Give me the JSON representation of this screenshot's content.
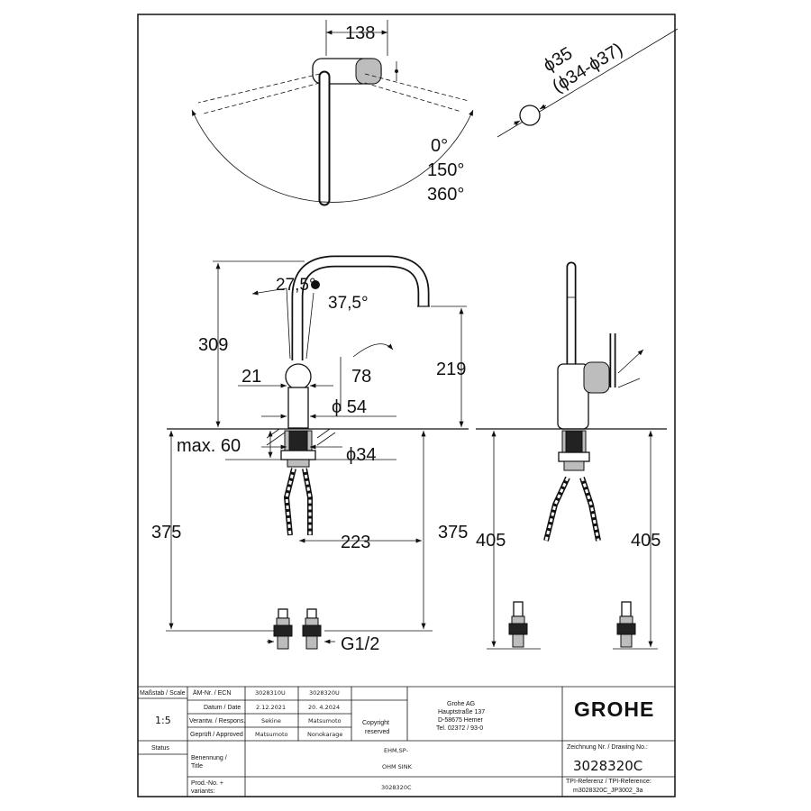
{
  "dimensions": {
    "top_width": "138",
    "diameter": "ϕ35",
    "diameter_range": "(ϕ34-ϕ37)",
    "angle_0": "0°",
    "angle_150": "150°",
    "angle_360": "360°",
    "lever_angle_1": "27,5°",
    "lever_angle_2": "37,5°",
    "height_total": "309",
    "height_spout": "219",
    "offset_21": "21",
    "offset_78": "78",
    "body_diameter": "ϕ 54",
    "max_60": "max. 60",
    "hole_diameter": "ϕ34",
    "below_375_left": "375",
    "below_375_right": "375",
    "reach_223": "223",
    "hose_405_left": "405",
    "hose_405_right": "405",
    "thread": "G1/2"
  },
  "title_block": {
    "scale_header": "Maßstab / Scale",
    "scale_value": "1:5",
    "ecn_label": "ÄM-Nr. / ECN",
    "ecn_1": "3028310U",
    "ecn_2": "3028320U",
    "date_label": "Datum / Date",
    "date_1": "2.12.2021",
    "date_2": "20. 4.2024",
    "responsible_label": "Verantw. / Respons.",
    "responsible_1": "Sekine",
    "responsible_2": "Matsumoto",
    "approved_label": "Geprüft / Approved",
    "approved_1": "Matsumoto",
    "approved_2": "Nonokarage",
    "copyright": "Copyright",
    "reserved": "reserved",
    "company_name": "Grohe AG",
    "company_street": "Hauptstraße 137",
    "company_city": "D-58675 Hemer",
    "company_tel": "Tel. 02372 / 93-0",
    "logo_text": "GROHE",
    "status_label": "Status",
    "title_label_1": "Benennung /",
    "title_label_2": "Title",
    "title_line_1": "EHM,SP-",
    "title_line_2": "OHM SINK",
    "prod_label_1": "Prod.-No. +",
    "prod_label_2": "variants:",
    "prod_value": "3028320C",
    "drawing_no_label": "Zeichnung Nr. / Drawing No.:",
    "drawing_no": "3028320C",
    "tpi_label": "TPI-Referenz / TPI-Reference:",
    "tpi_value": "m3028320C_JP3002_3a"
  },
  "colors": {
    "line": "#111111",
    "fill_dark": "#222222",
    "fill_grey": "#bdbdbd",
    "background": "#ffffff"
  }
}
